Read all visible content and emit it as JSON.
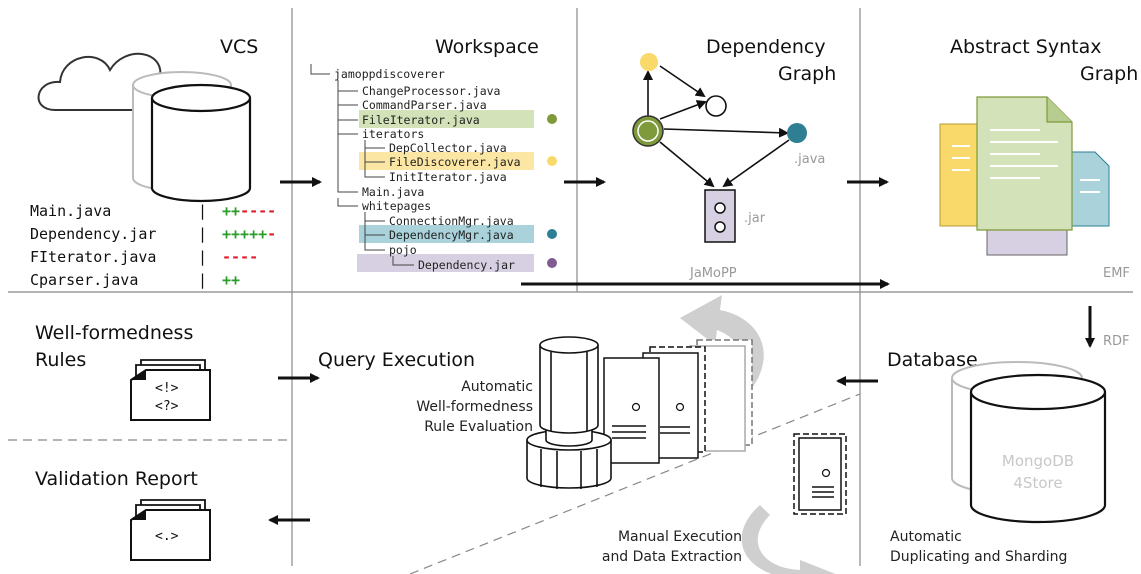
{
  "colors": {
    "green": "#2b9d2b",
    "red": "#e0202a",
    "yellow": "#f8d96a",
    "olive": "#7e9a3a",
    "teal": "#2e7f93",
    "purple": "#7e5c92",
    "hl_green": "#d3e2b8",
    "hl_yellow": "#fbe6a3",
    "hl_teal": "#a9d2db",
    "hl_purple": "#d7d0e2"
  },
  "vcs": {
    "title": "VCS",
    "files": [
      {
        "name": "Main.java",
        "sep": "|",
        "plus": "++",
        "minus": "----"
      },
      {
        "name": "Dependency.jar",
        "sep": "|",
        "plus": "+++++",
        "minus": "-"
      },
      {
        "name": "FIterator.java",
        "sep": "|",
        "plus": "",
        "minus": "----"
      },
      {
        "name": "Cparser.java",
        "sep": "|",
        "plus": "++",
        "minus": ""
      }
    ]
  },
  "workspace": {
    "title": "Workspace",
    "tree": [
      "jamoppdiscoverer",
      "ChangeProcessor.java",
      "CommandParser.java",
      "FileIterator.java",
      "iterators",
      "DepCollector.java",
      "FileDiscoverer.java",
      "InitIterator.java",
      "Main.java",
      "whitepages",
      "ConnectionMgr.java",
      "DependencyMgr.java",
      "pojo",
      "Dependency.jar"
    ]
  },
  "dependency_graph": {
    "title_line1": "Dependency",
    "title_line2": "Graph",
    "java_label": ".java",
    "jar_label": ".jar"
  },
  "ast": {
    "title_line1": "Abstract Syntax",
    "title_line2": "Graph",
    "emf_label": "EMF",
    "rdf_label": "RDF"
  },
  "jamopp_label": "JaMoPP",
  "wellformedness": {
    "title_line1": "Well-formedness",
    "title_line2": "Rules",
    "icon_line1": "<!>",
    "icon_line2": "<?>"
  },
  "validation": {
    "title": "Validation Report",
    "icon_text": "<.>"
  },
  "query": {
    "title": "Query Execution",
    "auto_line1": "Automatic",
    "auto_line2": "Well-formedness",
    "auto_line3": "Rule Evaluation",
    "manual_line1": "Manual Execution",
    "manual_line2": "and Data Extraction"
  },
  "database": {
    "title": "Database",
    "db_line1": "MongoDB",
    "db_line2": "4Store",
    "caption_line1": "Automatic",
    "caption_line2": "Duplicating and Sharding"
  }
}
